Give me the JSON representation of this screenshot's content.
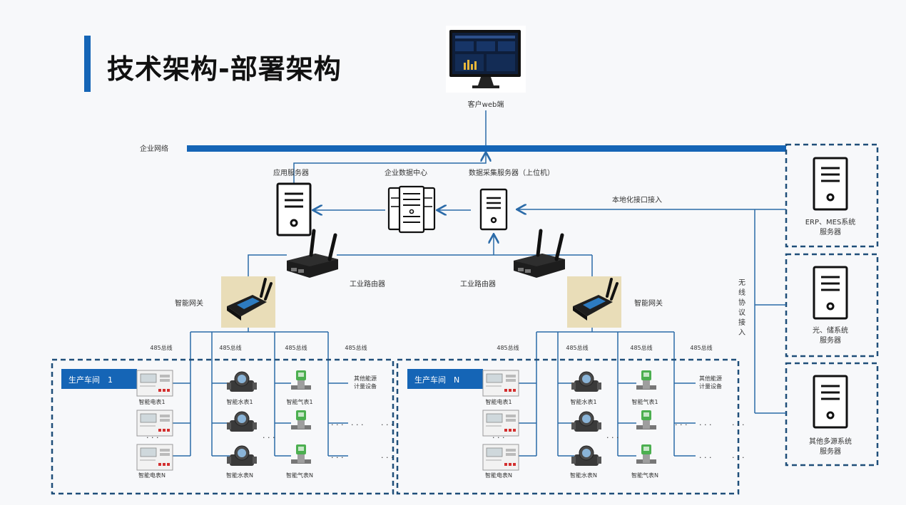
{
  "title": "技术架构-部署架构",
  "client": {
    "label": "客户web端"
  },
  "network": {
    "label": "企业网络"
  },
  "nodes": {
    "app_server": "应用服务器",
    "data_center": "企业数据中心",
    "collect_server": "数据采集服务器（上位机）",
    "local_interface": "本地化接口接入",
    "router_left": "工业路由器",
    "router_right": "工业路由器",
    "gateway_left": "智能网关",
    "gateway_right": "智能网关",
    "wireless": [
      "无",
      "线",
      "协",
      "议",
      "接",
      "入"
    ]
  },
  "right_servers": [
    {
      "line1": "ERP、MES系统",
      "line2": "服务器"
    },
    {
      "line1": "光、储系统",
      "line2": "服务器"
    },
    {
      "line1": "其他多源系统",
      "line2": "服务器"
    }
  ],
  "bus_label": "485总线",
  "workshops": [
    {
      "name": "生产车间　1",
      "elec_first": "智能电表1",
      "elec_last": "智能电表N",
      "water_first": "智能水表1",
      "water_last": "智能水表N",
      "gas_first": "智能气表1",
      "gas_last": "智能气表N",
      "other": [
        "其他能源",
        "计量设备"
      ]
    },
    {
      "name": "生产车间　N",
      "elec_first": "智能电表1",
      "elec_last": "智能电表N",
      "water_first": "智能水表1",
      "water_last": "智能水表N",
      "gas_first": "智能气表1",
      "gas_last": "智能气表N",
      "other": [
        "其他能源",
        "计量设备"
      ]
    }
  ],
  "dots": "· · ·",
  "colors": {
    "accent": "#1565b6",
    "line": "#2a6aa8",
    "dash": "#1f4e79",
    "workshop_label_bg": "#1565b6"
  }
}
